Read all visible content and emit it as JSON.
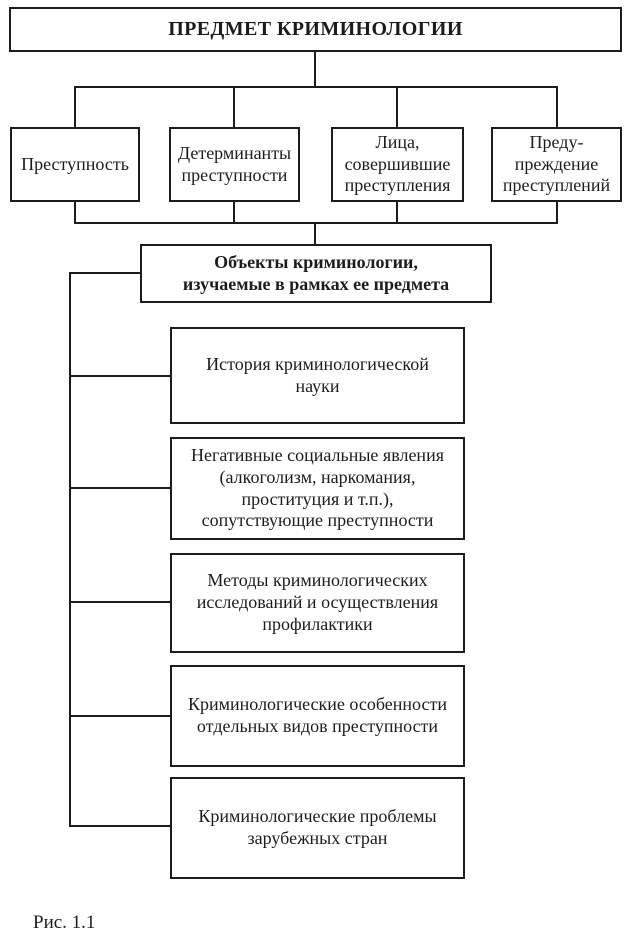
{
  "diagram": {
    "root": {
      "label": "ПРЕДМЕТ КРИМИНОЛОГИИ"
    },
    "subject_elements": [
      {
        "label": "Преступность"
      },
      {
        "label": "Детерминанты\nпреступности"
      },
      {
        "label": "Лица,\nсовершившие\nпреступления"
      },
      {
        "label": "Преду-\nпреждение\nпреступлений"
      }
    ],
    "objects_header": {
      "label": "Объекты криминологии,\nизучаемые в рамках ее предмета"
    },
    "object_items": [
      {
        "label": "История криминологической\nнауки"
      },
      {
        "label": "Негативные социальные явления\n(алкоголизм, наркомания,\nпроституция и т.п.),\nсопутствующие преступности"
      },
      {
        "label": "Методы криминологических\nисследований и осуществления\nпрофилактики"
      },
      {
        "label": "Криминологические особенности\nотдельных видов преступности"
      },
      {
        "label": "Криминологические проблемы\nзарубежных стран"
      }
    ],
    "colors": {
      "line": "#1c1c1c",
      "background": "#ffffff",
      "text": "#1c1c1c"
    }
  },
  "figure": {
    "caption": "Рис. 1.1"
  }
}
